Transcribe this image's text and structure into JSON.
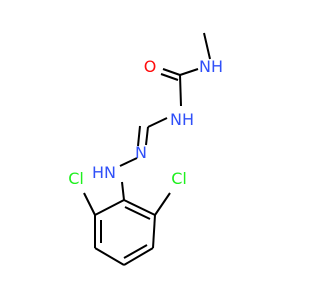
{
  "colors": {
    "bond": "#000000",
    "oxygen": "#ff0d0d",
    "nitrogen": "#3050f8",
    "chlorine": "#1ff01f"
  },
  "atoms": {
    "o_label": "O",
    "nh_label": "NH",
    "nh2_label": "NH",
    "n_label": "N",
    "hn_label": "HN",
    "cl1_label": "Cl",
    "cl2_label": "Cl"
  }
}
